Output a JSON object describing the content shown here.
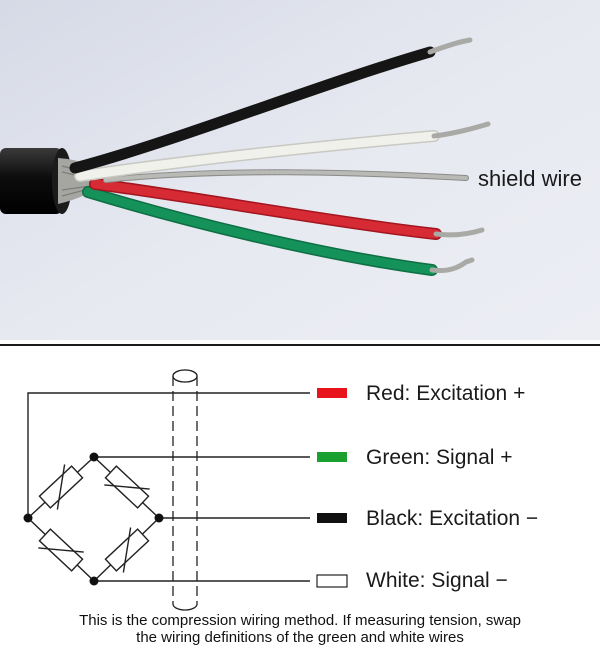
{
  "photo": {
    "shield_label": "shield wire",
    "wires": [
      {
        "name": "black",
        "color": "#151515"
      },
      {
        "name": "white",
        "color": "#f1f1ec"
      },
      {
        "name": "shield",
        "color": "#b9b9b6"
      },
      {
        "name": "red",
        "color": "#d62a35"
      },
      {
        "name": "green",
        "color": "#14925a"
      }
    ]
  },
  "legend": [
    {
      "label": "Red: Excitation +",
      "swatch": "#e8141c"
    },
    {
      "label": "Green: Signal +",
      "swatch": "#1aa02e"
    },
    {
      "label": "Black: Excitation −",
      "swatch": "#111111"
    },
    {
      "label": "White: Signal −",
      "swatch": "#ffffff"
    }
  ],
  "caption": {
    "line1": "This is the compression wiring method. If measuring tension, swap",
    "line2": "the wiring definitions of the green and white wires"
  }
}
